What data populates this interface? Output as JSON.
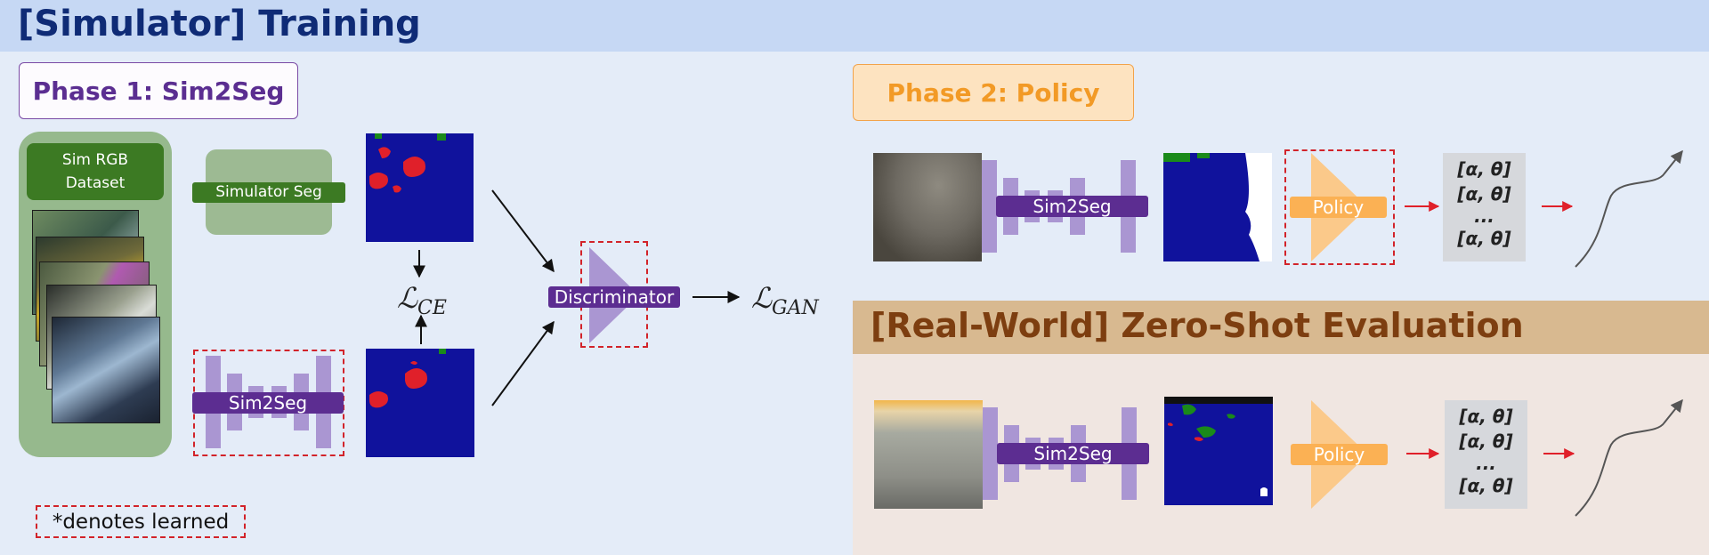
{
  "header": {
    "title": "[Simulator] Training"
  },
  "phase1": {
    "label": "Phase 1: Sim2Seg"
  },
  "phase2": {
    "label": "Phase 2: Policy"
  },
  "dataset": {
    "label_line1": "Sim RGB",
    "label_line2": "Dataset"
  },
  "simulator_seg": {
    "label": "Simulator Seg"
  },
  "sim2seg": {
    "label": "Sim2Seg"
  },
  "discriminator": {
    "label": "Discriminator"
  },
  "policy": {
    "label": "Policy"
  },
  "losses": {
    "ce": {
      "base": "ℒ",
      "sub": "CE"
    },
    "gan": {
      "base": "ℒ",
      "sub": "GAN"
    }
  },
  "actions": {
    "row1": "[α, θ]",
    "row2": "[α, θ]",
    "ellipsis": "...",
    "row3": "[α, θ]"
  },
  "real_world": {
    "title": "[Real-World] Zero-Shot Evaluation"
  },
  "legend": {
    "label": "*denotes learned"
  },
  "colors": {
    "header_bg": "#c6d8f4",
    "title_text": "#0f2b76",
    "sim2seg_purple": "#5c2d91",
    "policy_orange": "#fbb154",
    "learned_dashed_red": "#d2232a",
    "dataset_green": "#3c7a23",
    "segmap_blue": "#10129c",
    "real_world_header": "#d8b990"
  }
}
